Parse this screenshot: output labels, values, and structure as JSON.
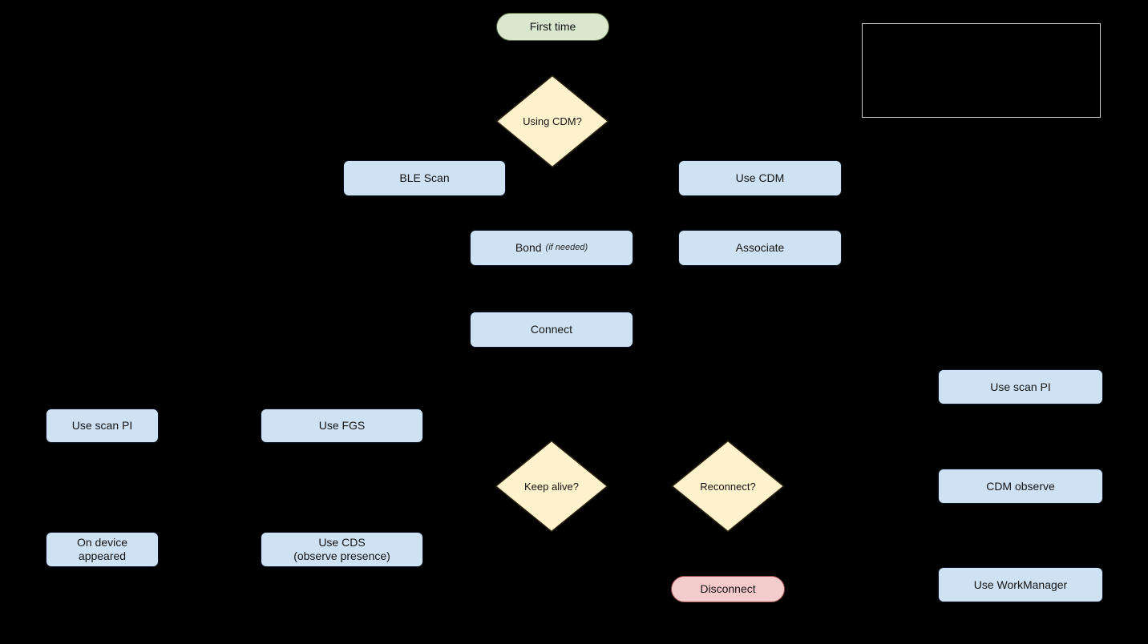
{
  "colors": {
    "background": "#000000",
    "process_fill": "#cfe2f3",
    "decision_fill": "#fff2cc",
    "start_fill": "#d9e7cf",
    "end_fill": "#f3cbcb"
  },
  "nodes": {
    "first_time": {
      "label": "First time"
    },
    "using_cdm": {
      "label": "Using CDM?"
    },
    "ble_scan": {
      "label": "BLE Scan"
    },
    "use_cdm": {
      "label": "Use CDM"
    },
    "bond": {
      "label": "Bond",
      "note": "(if needed)"
    },
    "associate": {
      "label": "Associate"
    },
    "connect": {
      "label": "Connect"
    },
    "use_scan_pi_right": {
      "label": "Use scan PI"
    },
    "use_scan_pi_left": {
      "label": "Use scan PI"
    },
    "use_fgs": {
      "label": "Use FGS"
    },
    "keep_alive": {
      "label": "Keep alive?"
    },
    "reconnect": {
      "label": "Reconnect?"
    },
    "cdm_observe": {
      "label": "CDM observe"
    },
    "on_device_appeared": {
      "line1": "On device",
      "line2": "appeared"
    },
    "use_cds": {
      "line1": "Use CDS",
      "line2": "(observe presence)"
    },
    "disconnect": {
      "label": "Disconnect"
    },
    "use_workmanager": {
      "label": "Use WorkManager"
    }
  }
}
